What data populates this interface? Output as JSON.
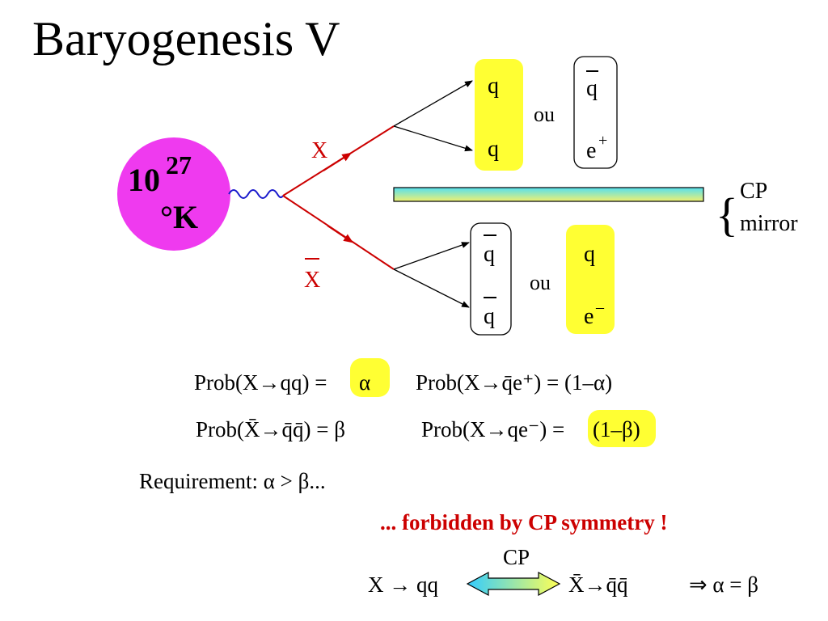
{
  "slide": {
    "title": "Baryogenesis V",
    "temperature": {
      "base": "10",
      "exponent": "27",
      "unit": "°K"
    },
    "particles": {
      "x": "X",
      "xbar": "X"
    },
    "upper": {
      "left": [
        "q",
        "q"
      ],
      "or": "ou",
      "right": [
        "q",
        "e"
      ],
      "right_superscript": "+"
    },
    "lower": {
      "left": [
        "q",
        "q"
      ],
      "or": "ou",
      "right": [
        "q",
        "e"
      ],
      "right_superscript": "–"
    },
    "mirror": {
      "brace": "{",
      "line1": "CP",
      "line2": "mirror"
    },
    "probabilities": {
      "row1_left": "Prob(X→qq) =",
      "row1_left_value": "α",
      "row1_right": "Prob(X→q̄e⁺) = (1–α)",
      "row2_left": "Prob(X̄→q̄q̄) = β",
      "row2_right": "Prob(X→qe⁻) =",
      "row2_right_value": "(1–β)"
    },
    "requirement": "Requirement:  α > β...",
    "forbidden": "... forbidden by CP symmetry !",
    "bottom": {
      "cp_label": "CP",
      "lhs": "X → qq",
      "rhs": "X̄→q̄q̄",
      "implies": "⇒ α = β"
    },
    "colors": {
      "highlight": "#ffff33",
      "magenta": "#ef3aef",
      "red": "#cc0000",
      "blue": "#1a1acc"
    }
  }
}
